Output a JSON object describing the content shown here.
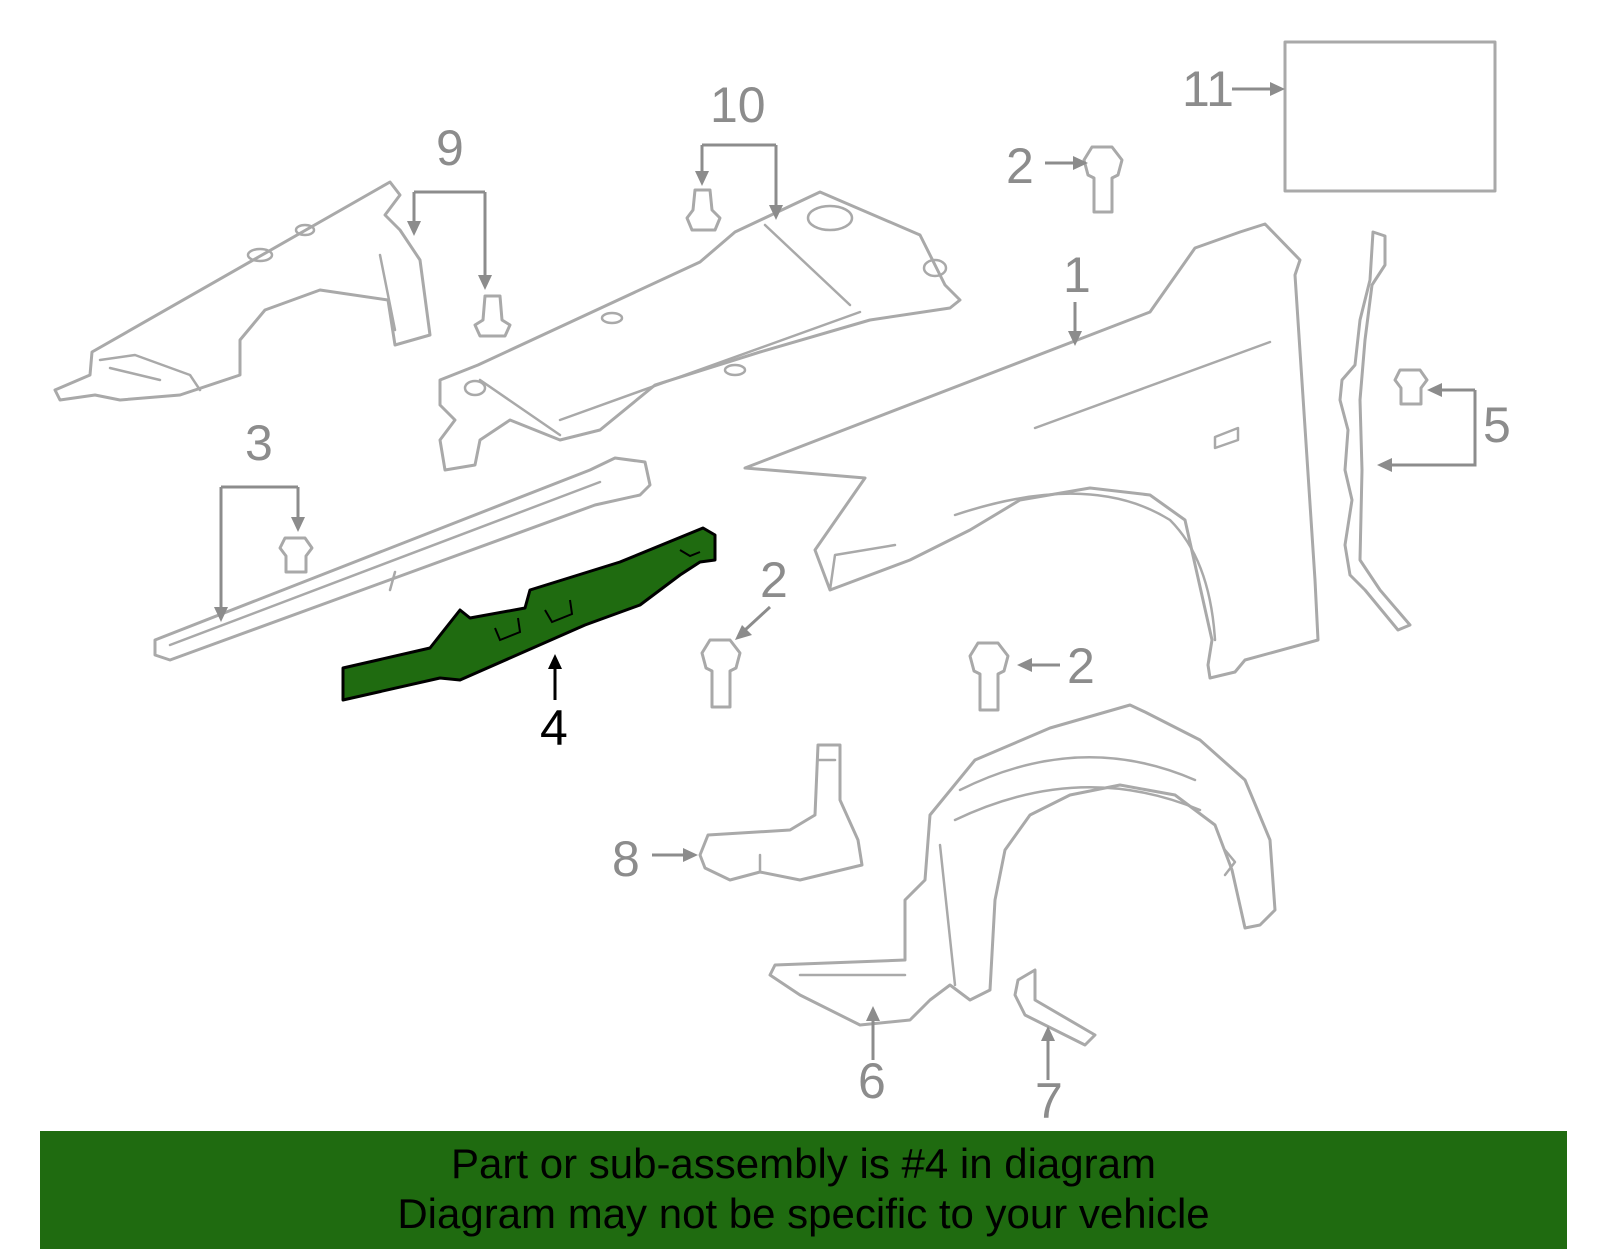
{
  "callouts": {
    "c1": "1",
    "c2": "2",
    "c3": "3",
    "c4": "4",
    "c5": "5",
    "c6": "6",
    "c7": "7",
    "c8": "8",
    "c9": "9",
    "c10": "10",
    "c11": "11"
  },
  "highlight": {
    "part_number": "4",
    "color": "#1f6b10"
  },
  "banner": {
    "line1": "Part or sub-assembly is #4 in diagram",
    "line2": "Diagram may not be specific to your vehicle"
  }
}
